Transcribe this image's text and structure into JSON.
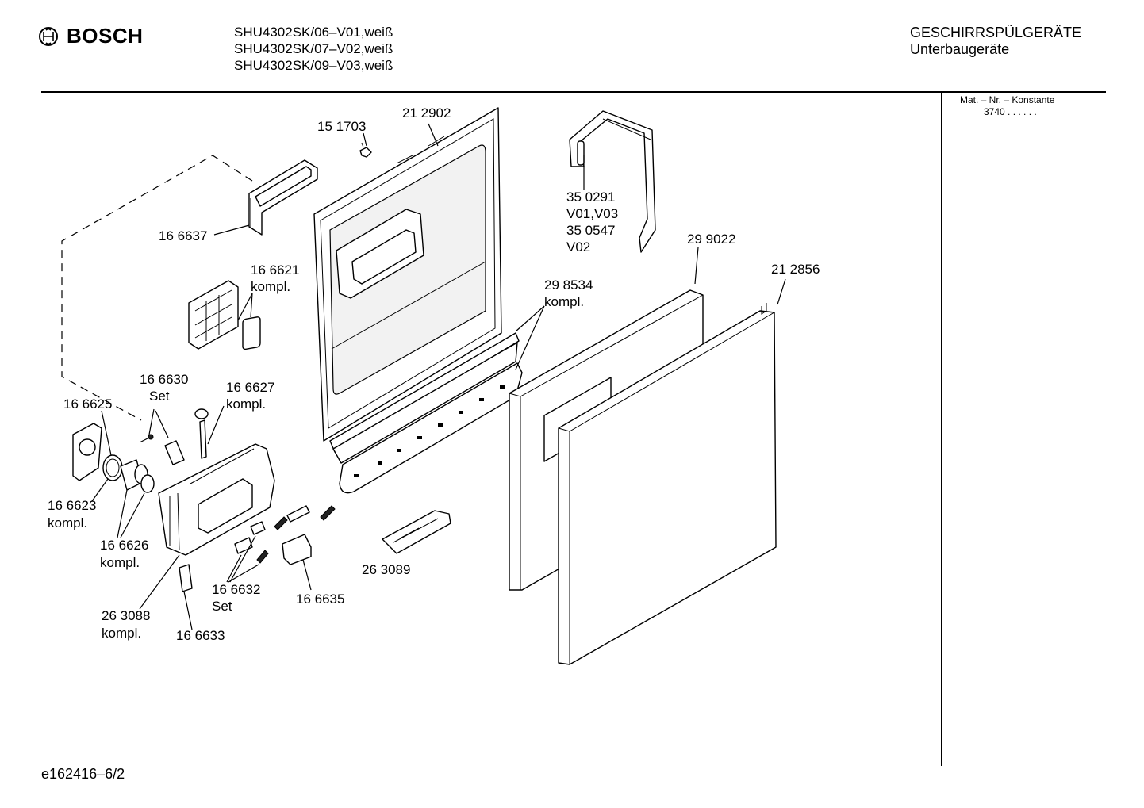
{
  "header": {
    "brand": "BOSCH",
    "models": [
      "SHU4302SK/06–V01,weiß",
      "SHU4302SK/07–V02,weiß",
      "SHU4302SK/09–V03,weiß"
    ],
    "category_title": "GESCHIRRSPÜLGERÄTE",
    "category_subtitle": "Unterbaugeräte"
  },
  "side_panel": {
    "mat_label": "Mat. – Nr. – Konstante",
    "mat_value": "3740 .  .  .  .  .  ."
  },
  "footer": {
    "drawing_id": "e162416–6/2"
  },
  "labels": {
    "p151703": "15 1703",
    "p212902": "21 2902",
    "p350291": "35 0291",
    "v01v03": "V01,V03",
    "p350547": "35 0547",
    "v02": "V02",
    "p166637": "16 6637",
    "p166621": "16 6621",
    "kompl_166621": "kompl.",
    "p299022": "29 9022",
    "p212856": "21 2856",
    "p298534": "29 8534",
    "kompl_298534": "kompl.",
    "p166630": "16 6630",
    "set_166630": "Set",
    "p166627": "16 6627",
    "kompl_166627": "kompl.",
    "p166625": "16 6625",
    "p166623": "16 6623",
    "kompl_166623": "kompl.",
    "p166626": "16 6626",
    "kompl_166626": "kompl.",
    "p263089": "26 3089",
    "p166632": "16 6632",
    "set_166632": "Set",
    "p166635": "16 6635",
    "p263088": "26 3088",
    "kompl_263088": "kompl.",
    "p166633": "16 6633"
  }
}
